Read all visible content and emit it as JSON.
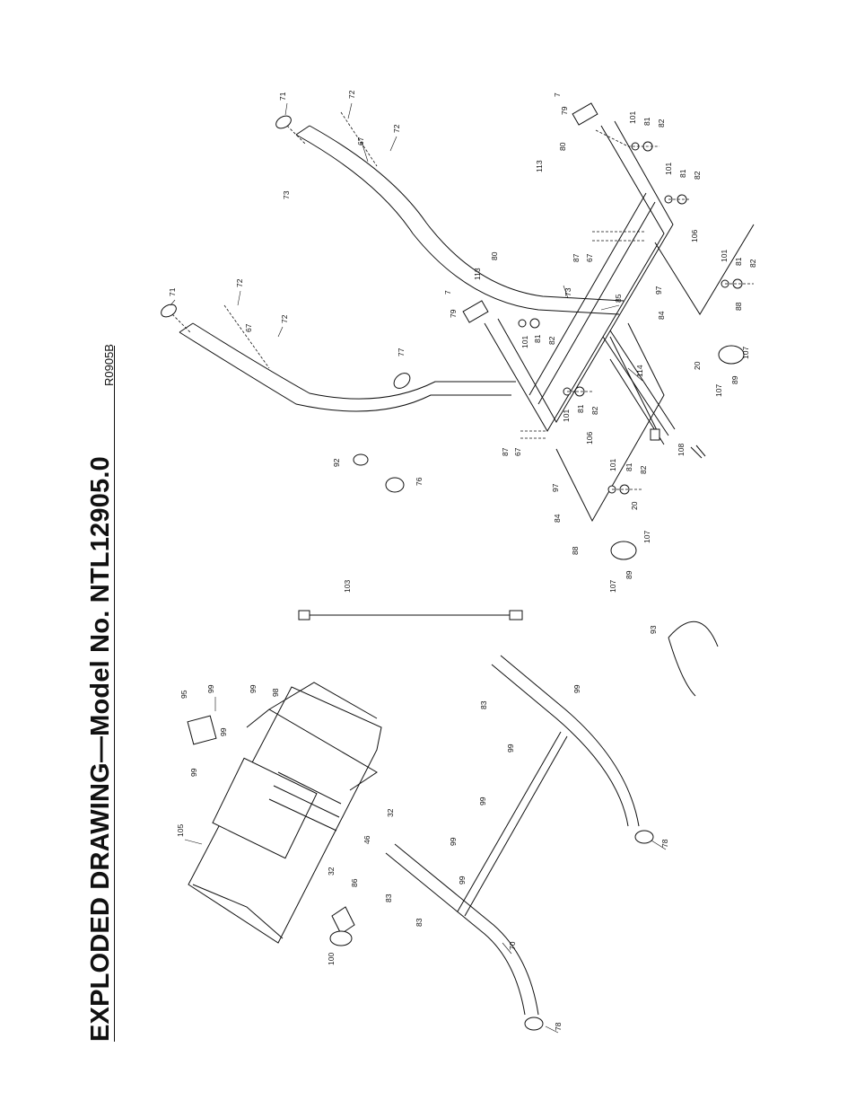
{
  "header": {
    "title": "EXPLODED DRAWING—Model No. NTL12905.0",
    "drawing_code": "R0905B"
  },
  "part_labels": {
    "p71a": "71",
    "p72a": "72",
    "p67a": "67",
    "p72b": "72",
    "p73a": "73",
    "p71b": "71",
    "p72c": "72",
    "p67b": "67",
    "p72d": "72",
    "p77": "77",
    "p92": "92",
    "p76": "76",
    "p7a": "7",
    "p79a": "79",
    "p101a": "101",
    "p81a": "81",
    "p82a": "82",
    "p80a": "80",
    "p113a": "113",
    "p101b": "101",
    "p81b": "81",
    "p82b": "82",
    "p106a": "106",
    "p87a": "87",
    "p67c": "67",
    "p101c": "101",
    "p81c": "81",
    "p82c": "82",
    "p73b": "73",
    "p80b": "80",
    "p7b": "7",
    "p113b": "113",
    "p79b": "79",
    "p101d": "101",
    "p81d": "81",
    "p82d": "82",
    "p85": "85",
    "p97a": "97",
    "p84a": "84",
    "p88a": "88",
    "p20a": "20",
    "p107a": "107",
    "p89a": "89",
    "p107b": "107",
    "p114": "114",
    "p101e": "101",
    "p81e": "81",
    "p82e": "82",
    "p87b": "87",
    "p67d": "67",
    "p106b": "106",
    "p108": "108",
    "p97b": "97",
    "p84b": "84",
    "p101f": "101",
    "p81f": "81",
    "p82f": "82",
    "p20b": "20",
    "p88b": "88",
    "p107c": "107",
    "p89b": "89",
    "p107d": "107",
    "p103": "103",
    "p93": "93",
    "p95": "95",
    "p99a": "99",
    "p99b": "99",
    "p98": "98",
    "p99c": "99",
    "p105": "105",
    "p32a": "32",
    "p46": "46",
    "p32b": "32",
    "p86": "86",
    "p100": "100",
    "p83a": "83",
    "p99d": "99",
    "p99e": "99",
    "p99f": "99",
    "p99g": "99",
    "p99h": "99",
    "p78a": "78",
    "p83b": "83",
    "p83c": "83",
    "p70": "70",
    "p78b": "78"
  }
}
